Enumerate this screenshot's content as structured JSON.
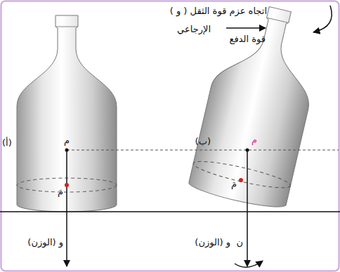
{
  "diagram": {
    "labels": [
      "اتجاه عزم قوة الثقل ( و )",
      "الإرجاعي",
      "قوة الدفع",
      "(أ)",
      "م",
      "مَ",
      "و (الوزن)",
      "(ب)",
      "م",
      "مَ",
      "ن",
      "و (الوزن)"
    ]
  }
}
